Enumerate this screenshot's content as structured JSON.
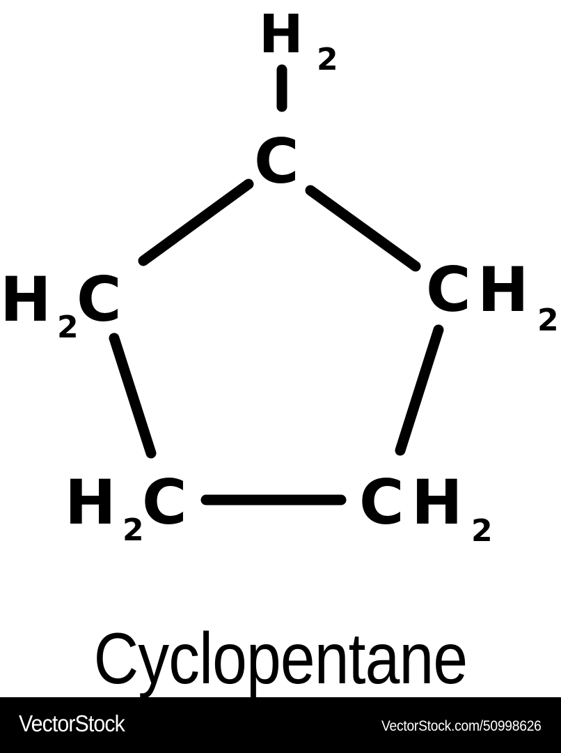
{
  "molecule": {
    "name": "Cyclopentane",
    "atoms": [
      {
        "id": "top-h2",
        "element": "H",
        "subscript": "2"
      },
      {
        "id": "top-c",
        "element": "C",
        "subscript": ""
      },
      {
        "id": "left-upper",
        "prefix": "H",
        "subscript": "2",
        "element": "C"
      },
      {
        "id": "right-upper",
        "element": "C",
        "suffix": "H",
        "subscript": "2"
      },
      {
        "id": "left-lower",
        "prefix": "H",
        "subscript": "2",
        "element": "C"
      },
      {
        "id": "right-lower",
        "element": "C",
        "suffix": "H",
        "subscript": "2"
      }
    ],
    "bonds": [
      {
        "from": "top-c",
        "to": "top-h2"
      },
      {
        "from": "top-c",
        "to": "left-upper"
      },
      {
        "from": "top-c",
        "to": "right-upper"
      },
      {
        "from": "left-upper",
        "to": "left-lower"
      },
      {
        "from": "right-upper",
        "to": "right-lower"
      },
      {
        "from": "left-lower",
        "to": "right-lower"
      }
    ]
  },
  "labels": {
    "h": "H",
    "c": "C",
    "two": "2"
  },
  "title": "Cyclopentane",
  "footer": {
    "brand": "VectorStock",
    "reference": "VectorStock.com/50998626"
  },
  "colors": {
    "ink": "#000000",
    "background": "#ffffff",
    "footer_bg": "#000000",
    "footer_text": "#ffffff"
  }
}
